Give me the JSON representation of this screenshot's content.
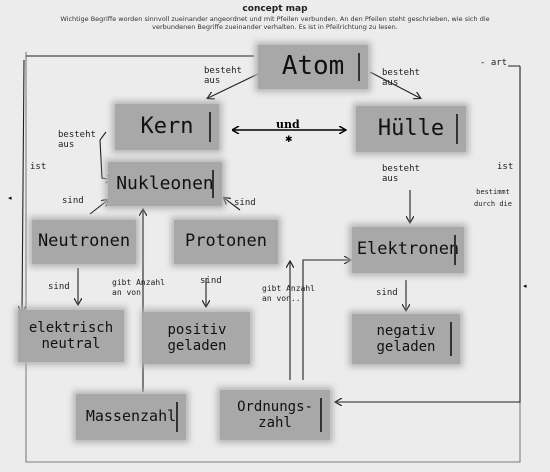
{
  "header": {
    "title": "concept map",
    "subtitle": "Wichtige Begriffe worden sinnvoll zueinander angeordnet und mit Pfeilen verbunden. An den Pfeilen steht geschrieben, wie sich die verbundenen Begriffe zueinander verhalten. Es ist in Pfeilrichtung zu lesen."
  },
  "nodes": {
    "atom": "Atom",
    "kern": "Kern",
    "huelle": "Hülle",
    "nukleonen": "Nukleonen",
    "neutronen": "Neutronen",
    "protonen": "Protonen",
    "elektronen": "Elektronen",
    "neutral": "elektrisch neutral",
    "positiv": "positiv geladen",
    "negativ": "negativ geladen",
    "massenzahl": "Massenzahl",
    "ordnungszahl": "Ordnungs- zahl"
  },
  "labels": {
    "besteht_aus_left": "besteht aus",
    "besteht_aus_right": "besteht aus",
    "art": "- art",
    "und": "und",
    "besteht_aus_kern": "besteht aus",
    "besteht_aus_huelle": "besteht aus",
    "ist_left": "ist",
    "ist_right": "ist",
    "bestimmt_durch_die": "bestimmt durch die",
    "sind_neutronen": "sind",
    "sind_protonen": "sind",
    "sind_neutronen_out": "sind",
    "sind_protonen_out": "sind",
    "sind_elektronen_out": "sind",
    "gibt_anzahl_an_von_left": "gibt Anzahl an von",
    "gibt_anzahl_an_von_right": "gibt Anzahl an von..."
  }
}
